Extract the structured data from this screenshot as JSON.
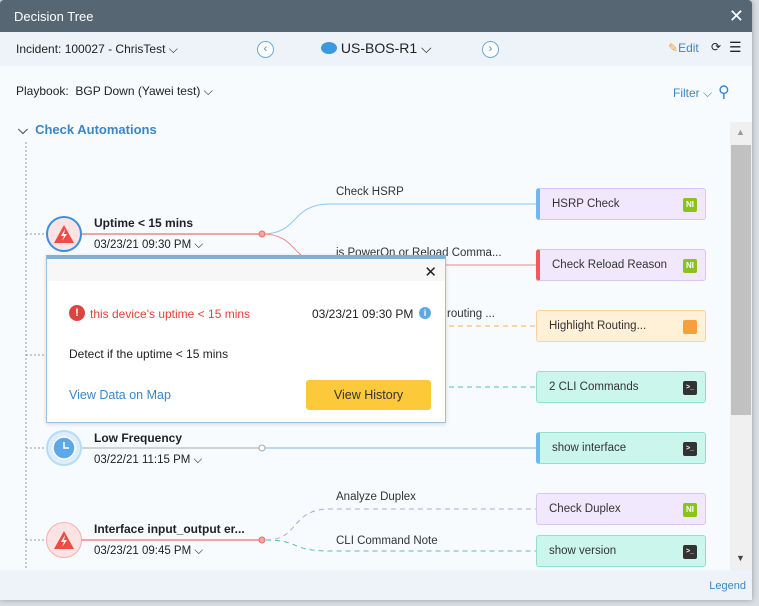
{
  "window": {
    "title": "Decision Tree",
    "close_icon": "close-icon"
  },
  "toolbar": {
    "incident": "Incident: 100027 - ChrisTest",
    "device": "US-BOS-R1",
    "edit": "Edit"
  },
  "playbook": {
    "label": "Playbook:",
    "value": "BGP Down (Yawei test)",
    "filter": "Filter"
  },
  "section": {
    "title": "Check Automations"
  },
  "nodes": [
    {
      "title": "Uptime < 15 mins",
      "time": "03/23/21 09:30 PM",
      "type": "alert"
    },
    {
      "title": "Low Frequency",
      "time": "03/22/21 11:15 PM",
      "type": "clock"
    },
    {
      "title": "Interface input_output er...",
      "time": "03/23/21 09:45 PM",
      "type": "alert"
    }
  ],
  "branch_labels": [
    "Check HSRP",
    "is PowerOn or Reload Comma...",
    "routing ...",
    "Analyze Duplex",
    "CLI Command Note"
  ],
  "cards": [
    {
      "label": "HSRP Check",
      "badge": "NI",
      "kind": "ni"
    },
    {
      "label": "Check Reload Reason",
      "badge": "NI",
      "kind": "ni"
    },
    {
      "label": "Highlight Routing...",
      "badge": "",
      "kind": "note"
    },
    {
      "label": "2 CLI Commands",
      "badge": ">_",
      "kind": "cli"
    },
    {
      "label": "show interface",
      "badge": ">_",
      "kind": "cli"
    },
    {
      "label": "Check Duplex",
      "badge": "NI",
      "kind": "ni"
    },
    {
      "label": "show version",
      "badge": ">_",
      "kind": "cli"
    }
  ],
  "popup": {
    "alert": "this device's uptime < 15 mins",
    "time": "03/23/21 09:30 PM",
    "description": "Detect if the uptime < 15 mins",
    "map_link": "View Data on Map",
    "history_button": "View History"
  },
  "footer": {
    "legend": "Legend"
  },
  "colors": {
    "titlebar": "#566673",
    "accent": "#3b86c6",
    "alert": "#e8403a",
    "button": "#fcc93a"
  }
}
